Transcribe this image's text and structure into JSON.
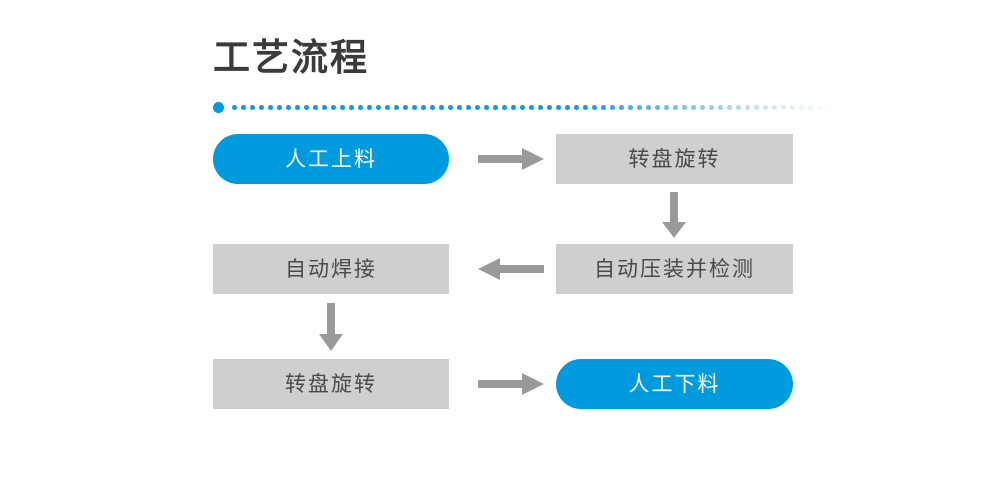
{
  "page": {
    "background_color": "#ffffff",
    "title": "工艺流程"
  },
  "theme": {
    "accent_blue": "#009ade",
    "node_gray": "#cfcfcf",
    "arrow_gray": "#9a9a9c",
    "title_color": "#3b3b3b",
    "node_text_gray": "#4a4a4a",
    "node_text_blue": "#ffffff"
  },
  "divider": {
    "lead_dot_color": "#009ade",
    "dots_color": "#0f9ddb"
  },
  "flow": {
    "nodes": [
      {
        "id": "manual-loading",
        "label": "人工上料",
        "style": "blue",
        "row": 1,
        "column": "left"
      },
      {
        "id": "turntable-top",
        "label": "转盘旋转",
        "style": "gray",
        "row": 1,
        "column": "right"
      },
      {
        "id": "auto-welding",
        "label": "自动焊接",
        "style": "gray",
        "row": 2,
        "column": "left"
      },
      {
        "id": "auto-press-test",
        "label": "自动压装并检测",
        "style": "gray",
        "row": 2,
        "column": "right"
      },
      {
        "id": "turntable-bottom",
        "label": "转盘旋转",
        "style": "gray",
        "row": 3,
        "column": "left"
      },
      {
        "id": "manual-unloading",
        "label": "人工下料",
        "style": "blue",
        "row": 3,
        "column": "right"
      }
    ],
    "arrows": [
      {
        "id": "arrow-loading-to-turntable",
        "direction": "right",
        "from": "manual-loading",
        "to": "turntable-top"
      },
      {
        "id": "arrow-turntable-to-press",
        "direction": "down",
        "from": "turntable-top",
        "to": "auto-press-test"
      },
      {
        "id": "arrow-press-to-welding",
        "direction": "left",
        "from": "auto-press-test",
        "to": "auto-welding"
      },
      {
        "id": "arrow-welding-to-turntable",
        "direction": "down",
        "from": "auto-welding",
        "to": "turntable-bottom"
      },
      {
        "id": "arrow-turntable-to-unloading",
        "direction": "right",
        "from": "turntable-bottom",
        "to": "manual-unloading"
      }
    ]
  }
}
